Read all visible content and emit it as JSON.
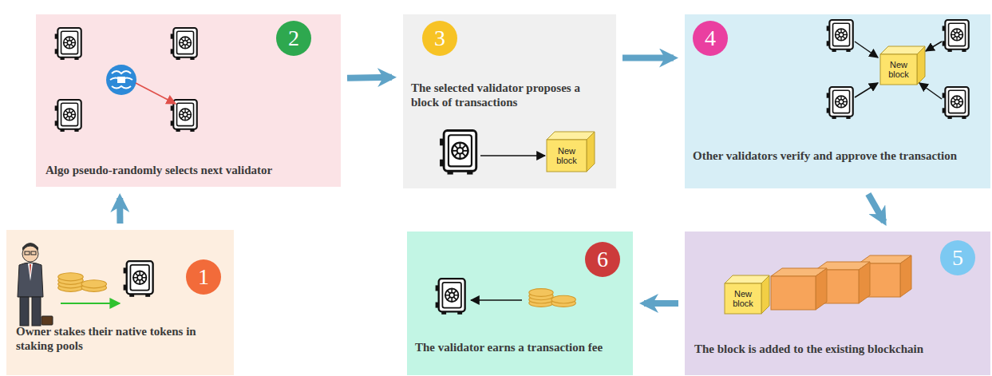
{
  "diagram": {
    "nodes": [
      {
        "text": [
          "Owner stakes their native tokens in staking pools"
        ]
      },
      {
        "text": [
          "1"
        ],
        "in": 0
      },
      {
        "text": [
          "Algo pseudo-randomly selects next validator"
        ]
      },
      {
        "text": [
          "2"
        ],
        "in": 2
      },
      {
        "text": [
          "The selected validator proposes a block of transactions"
        ]
      },
      {
        "text": [
          "3"
        ],
        "in": 4
      },
      {
        "text": [
          "New block"
        ],
        "in": 4
      },
      {
        "text": [
          "Other validators verify and approve the transaction"
        ]
      },
      {
        "text": [
          "4"
        ],
        "in": 7
      },
      {
        "text": [
          "New block"
        ],
        "in": 7
      },
      {
        "text": [
          "The block is added to the existing blockchain"
        ]
      },
      {
        "text": [
          "5"
        ],
        "in": 10
      },
      {
        "text": [
          "New block"
        ],
        "in": 10
      },
      {
        "text": [
          "The validator earns a transaction fee"
        ]
      },
      {
        "text": [
          "6"
        ],
        "in": 13
      }
    ],
    "edges": [
      {
        "from": 0,
        "to": 2,
        "arrow": "to"
      },
      {
        "from": 2,
        "to": 4,
        "arrow": "to"
      },
      {
        "from": 4,
        "to": 7,
        "arrow": "to"
      },
      {
        "from": 7,
        "to": 10,
        "arrow": "to"
      },
      {
        "from": 10,
        "to": 13,
        "arrow": "to"
      }
    ]
  }
}
